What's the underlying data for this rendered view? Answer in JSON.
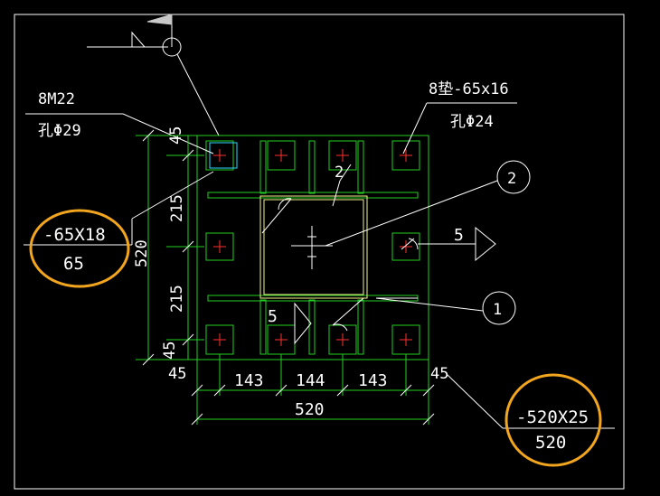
{
  "colors": {
    "background": "#000000",
    "plate": "#22d022",
    "leader": "#ffffff",
    "steel_section": "#f5f58a",
    "bolt_cross": "#ff3030",
    "highlight_circle": "#f2a51e"
  },
  "labels": {
    "anchor_bolt": "8M22",
    "bolt_hole": "孔Φ29",
    "washer": "8垫-65x16",
    "washer_hole": "孔Φ24",
    "callout_1": "1",
    "callout_2": "2",
    "section_mark_right": "5",
    "section_mark_bottom": "5",
    "inner_mark": "2",
    "stiffener_spec": "-65X18",
    "stiffener_len": "65",
    "base_plate_spec": "-520X25",
    "base_plate_len": "520"
  },
  "dimensions": {
    "left_45_top": "45",
    "left_215_upper": "215",
    "left_215_lower": "215",
    "left_45_bottom": "45",
    "left_overall": "520",
    "bottom_45_left": "45",
    "bottom_143_left": "143",
    "bottom_144": "144",
    "bottom_143_right": "143",
    "bottom_45_right": "45",
    "bottom_overall": "520"
  }
}
